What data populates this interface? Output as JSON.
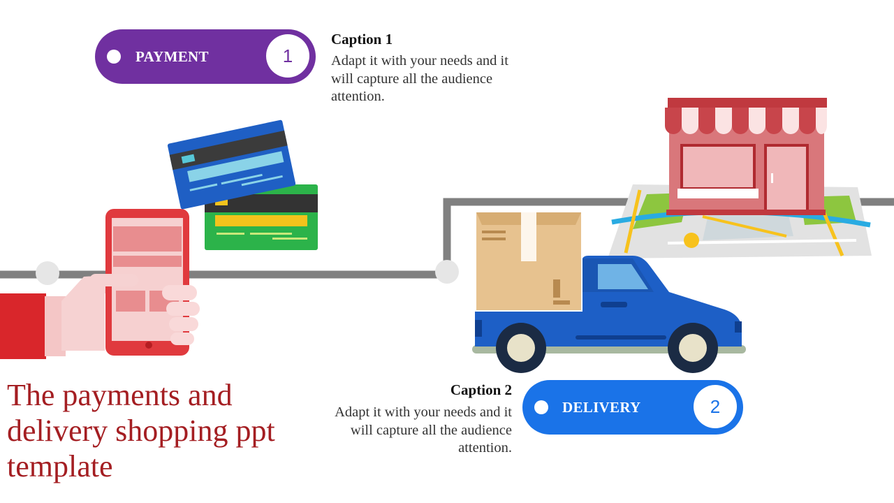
{
  "title": "The payments and delivery shopping ppt template",
  "steps": [
    {
      "label": "PAYMENT",
      "number": "1",
      "color": "#7030a0"
    },
    {
      "label": "DELIVERY",
      "number": "2",
      "color": "#1a73e8"
    }
  ],
  "captions": [
    {
      "title": "Caption 1",
      "text": "Adapt it with your needs and it will capture all the audience attention."
    },
    {
      "title": "Caption 2",
      "text": "Adapt it with your needs and it will capture all the audience attention."
    }
  ],
  "icons": [
    "hand-phone-icon",
    "credit-cards-icon",
    "delivery-truck-icon",
    "package-box-icon",
    "store-icon",
    "map-icon"
  ],
  "colors": {
    "accent_red": "#a41e22",
    "path_gray": "#808080",
    "payment": "#7030a0",
    "delivery": "#1a73e8"
  }
}
